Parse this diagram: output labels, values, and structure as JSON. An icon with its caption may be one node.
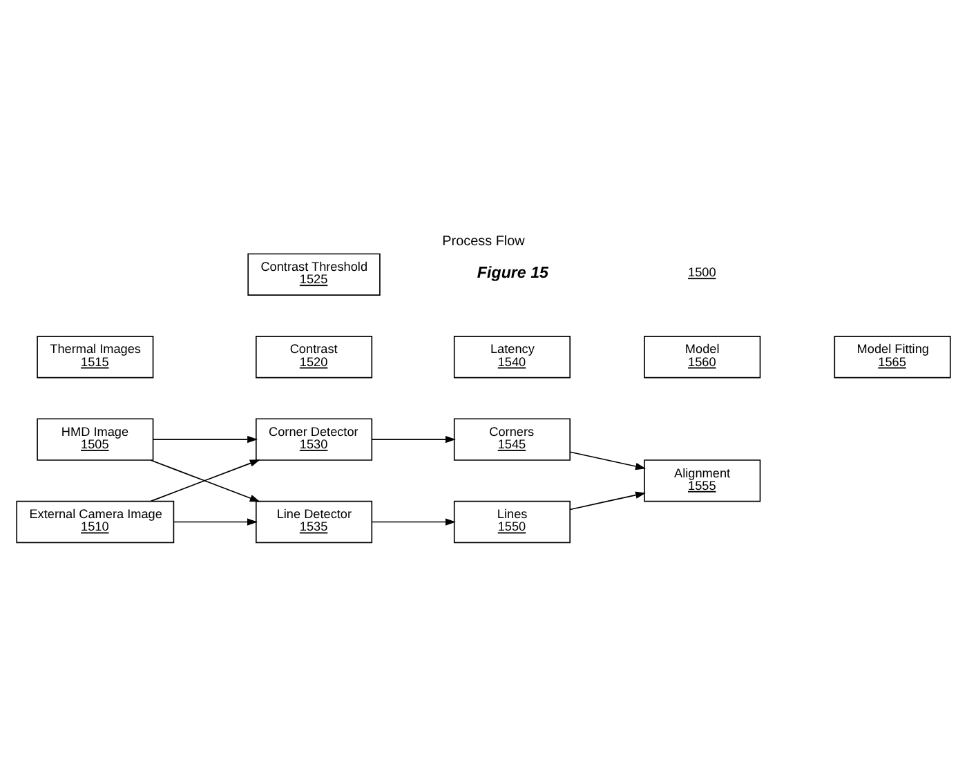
{
  "diagram": {
    "title": "Process Flow",
    "caption": "Figure 15",
    "nodes": [
      {
        "text": [
          "HMD Image",
          "1505"
        ]
      },
      {
        "text": [
          "External Camera Image",
          "1510"
        ]
      },
      {
        "text": [
          "Corner Detector",
          "1530"
        ]
      },
      {
        "text": [
          "Line Detector",
          "1535"
        ]
      },
      {
        "text": [
          "Corners",
          "1545"
        ]
      },
      {
        "text": [
          "Lines",
          "1550"
        ]
      },
      {
        "text": [
          "Alignment",
          "1555"
        ]
      },
      {
        "text": [
          "Thermal Images",
          "1515"
        ]
      },
      {
        "text": [
          "Contrast",
          "1520"
        ]
      },
      {
        "text": [
          "Latency",
          "1540"
        ]
      },
      {
        "text": [
          "Model",
          "1560"
        ]
      },
      {
        "text": [
          "Model Fitting",
          "1565"
        ]
      },
      {
        "text": [
          "Contrast Threshold",
          "1525"
        ]
      }
    ],
    "edges": [
      {
        "from": 0,
        "to": 2,
        "arrow": "to"
      },
      {
        "from": 0,
        "to": 3,
        "arrow": "to"
      },
      {
        "from": 1,
        "to": 2,
        "arrow": "to"
      },
      {
        "from": 1,
        "to": 3,
        "arrow": "to"
      },
      {
        "from": 2,
        "to": 4,
        "arrow": "to"
      },
      {
        "from": 3,
        "to": 5,
        "arrow": "to"
      },
      {
        "from": 4,
        "to": 6,
        "arrow": "to"
      },
      {
        "from": 5,
        "to": 6,
        "arrow": "to"
      }
    ],
    "labels": [
      "1500"
    ]
  }
}
